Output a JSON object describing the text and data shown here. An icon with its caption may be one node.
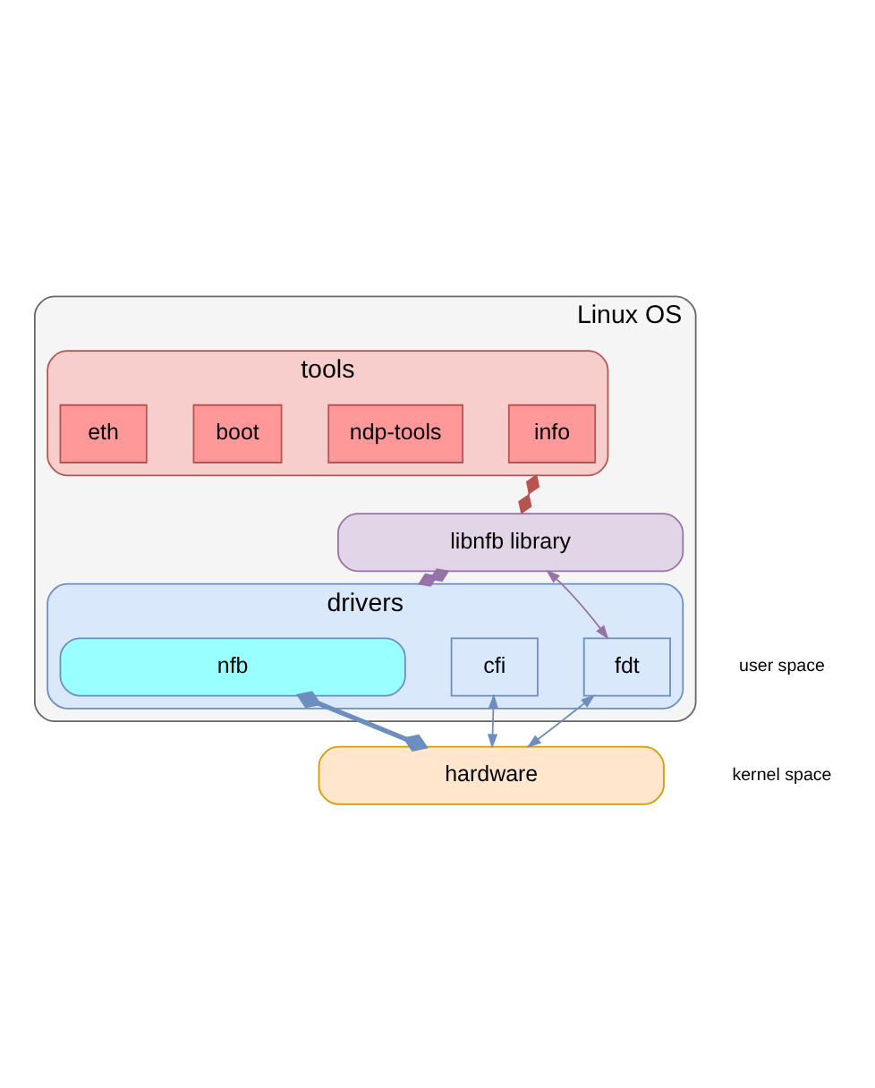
{
  "diagram": {
    "nodes": [
      {
        "text": [
          "Linux OS"
        ]
      },
      {
        "text": [
          "tools"
        ],
        "in": 0
      },
      {
        "text": [
          "info"
        ],
        "in": 1
      },
      {
        "text": [
          "ndp-tools"
        ],
        "in": 1
      },
      {
        "text": [
          "boot"
        ],
        "in": 1
      },
      {
        "text": [
          "eth"
        ],
        "in": 1
      },
      {
        "text": [
          "libnfb library"
        ],
        "in": 0
      },
      {
        "text": [
          "drivers"
        ],
        "in": 0
      },
      {
        "text": [
          "fdt"
        ],
        "in": 7
      },
      {
        "text": [
          "cfi"
        ],
        "in": 7
      },
      {
        "text": [
          "nfb"
        ],
        "in": 7
      },
      {
        "text": [
          "hardware"
        ]
      }
    ],
    "edges": [
      {
        "from": 1,
        "to": 6,
        "arrow": "other",
        "color": "#b85450"
      },
      {
        "from": 6,
        "to": 7,
        "arrow": "other",
        "color": "#9673a6"
      },
      {
        "from": 6,
        "to": 8,
        "arrow": "both",
        "color": "#9673a6"
      },
      {
        "from": 10,
        "to": 11,
        "arrow": "other",
        "style": "thick"
      },
      {
        "from": 8,
        "to": 11,
        "arrow": "both"
      },
      {
        "from": 9,
        "to": 11,
        "arrow": "both"
      }
    ],
    "labels": [
      "user space",
      "kernel space"
    ]
  }
}
